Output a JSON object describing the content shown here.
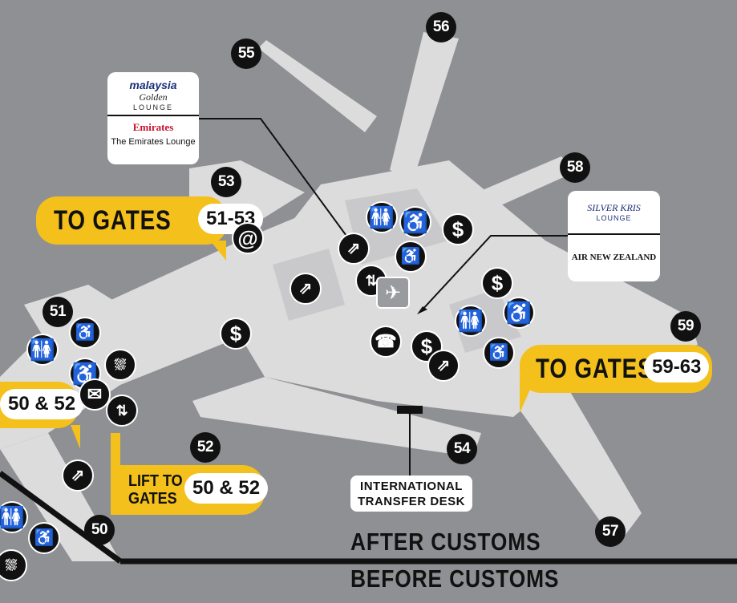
{
  "map": {
    "colors": {
      "background": "#8f9094",
      "terminal": "#dcdcdc",
      "terminal_shade": "#c9c9cb",
      "accent_yellow": "#f4c01c",
      "marker_black": "#111111"
    },
    "gates": [
      "50",
      "51",
      "52",
      "53",
      "54",
      "55",
      "56",
      "57",
      "58",
      "59"
    ],
    "banners": {
      "gates_51_53": {
        "label": "TO GATES",
        "range": "51-53"
      },
      "gates_59_63": {
        "label": "TO GATES",
        "range": "59-63"
      },
      "gates_50_52_left": {
        "range": "50 & 52"
      },
      "lift_to_gates": {
        "label_line1": "LIFT TO",
        "label_line2": "GATES",
        "range": "50 & 52"
      }
    },
    "lounge_cards": {
      "malaysia_emirates": {
        "malaysia_brand": "malaysia",
        "malaysia_script": "Golden",
        "malaysia_sub": "LOUNGE",
        "emirates_brand": "Emirates",
        "emirates_sub": "The Emirates Lounge"
      },
      "silverkris_nz": {
        "silverkris_brand": "SILVER KRIS",
        "silverkris_sub": "LOUNGE",
        "nz_brand": "AIR NEW ZEALAND"
      }
    },
    "transfer_desk": {
      "line1": "INTERNATIONAL",
      "line2": "TRANSFER DESK"
    },
    "boundary": {
      "after": "AFTER CUSTOMS",
      "before": "BEFORE CUSTOMS"
    },
    "amenity_icons": [
      "restroom-icon",
      "wheelchair-icon",
      "currency-exchange-icon",
      "email-internet-icon",
      "escalator-icon",
      "lift-icon",
      "shower-icon",
      "mail-icon",
      "baby-change-icon",
      "telephone-icon",
      "airport-lounge-icon"
    ]
  }
}
